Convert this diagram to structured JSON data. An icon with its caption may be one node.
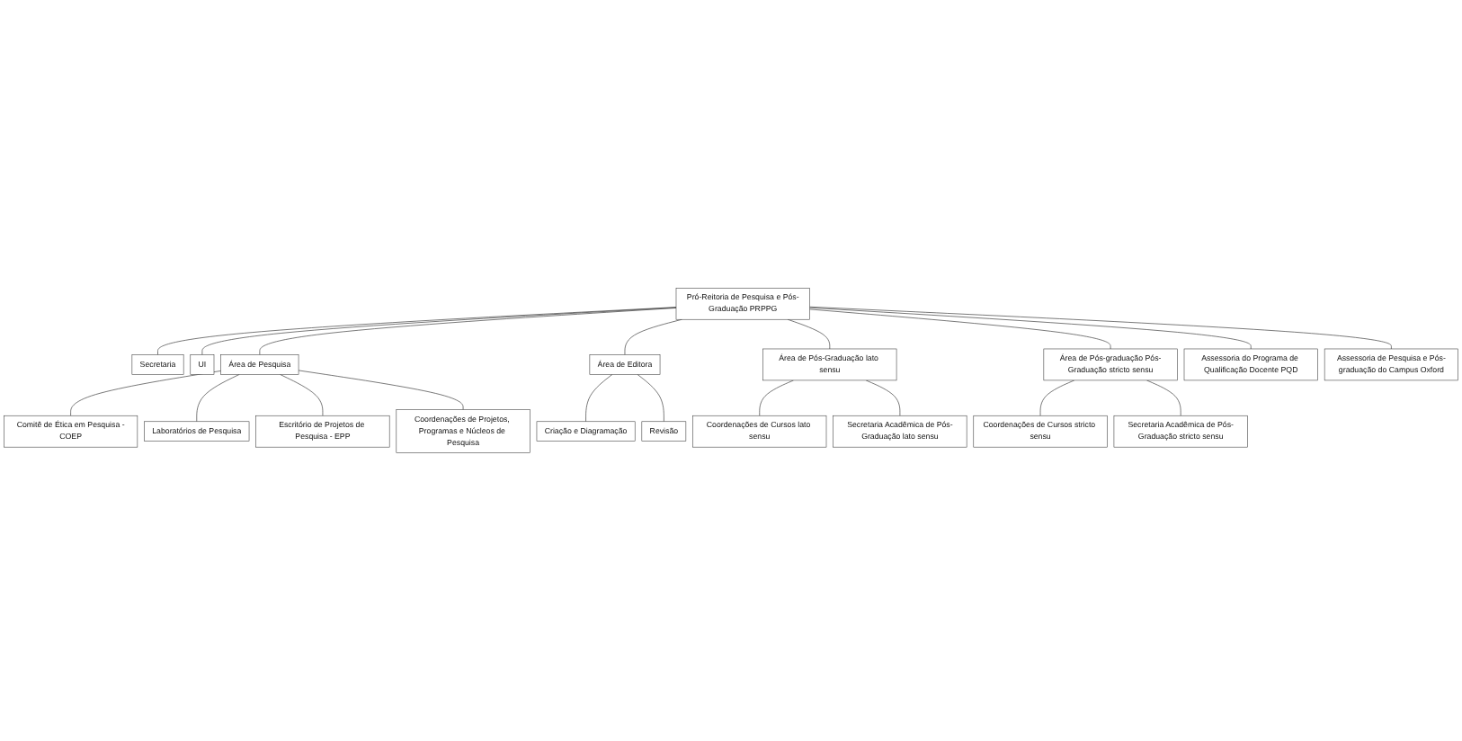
{
  "diagram": {
    "nodes": [
      {
        "text": [
          "Pró-Reitoria de Pesquisa e Pós-Graduação PRPPG"
        ]
      },
      {
        "text": [
          "Secretaria"
        ]
      },
      {
        "text": [
          "UI"
        ]
      },
      {
        "text": [
          "Assessoria do Programa de Qualificação Docente PQD"
        ]
      },
      {
        "text": [
          "Assessoria de Pesquisa e Pós-graduação do Campus Oxford"
        ]
      },
      {
        "text": [
          "Área de Pesquisa"
        ]
      },
      {
        "text": [
          "Área de Editora"
        ]
      },
      {
        "text": [
          "Área de Pós-Graduação lato sensu"
        ]
      },
      {
        "text": [
          "Área de Pós-graduação Pós-Graduação stricto sensu"
        ]
      },
      {
        "text": [
          "Comitê de Ética em Pesquisa -COEP"
        ]
      },
      {
        "text": [
          "Laboratórios de Pesquisa"
        ]
      },
      {
        "text": [
          "Escritório de Projetos de Pesquisa - EPP"
        ]
      },
      {
        "text": [
          "Coordenações de Projetos, Programas e Núcleos de Pesquisa"
        ]
      },
      {
        "text": [
          "Criação e Diagramação"
        ]
      },
      {
        "text": [
          "Revisão"
        ]
      },
      {
        "text": [
          "Coordenações de Cursos lato sensu"
        ]
      },
      {
        "text": [
          "Secretaria Acadêmica de Pós-Graduação lato sensu"
        ]
      },
      {
        "text": [
          "Coordenações de Cursos stricto sensu"
        ]
      },
      {
        "text": [
          "Secretaria Acadêmica de Pós-Graduação stricto sensu"
        ]
      }
    ],
    "edges": [
      {
        "from": 0,
        "to": 1,
        "arrow": "none"
      },
      {
        "from": 0,
        "to": 2,
        "arrow": "none"
      },
      {
        "from": 0,
        "to": 3,
        "arrow": "none"
      },
      {
        "from": 0,
        "to": 4,
        "arrow": "none"
      },
      {
        "from": 0,
        "to": 5,
        "arrow": "none"
      },
      {
        "from": 0,
        "to": 6,
        "arrow": "none"
      },
      {
        "from": 0,
        "to": 7,
        "arrow": "none"
      },
      {
        "from": 0,
        "to": 8,
        "arrow": "none"
      },
      {
        "from": 5,
        "to": 9,
        "arrow": "none"
      },
      {
        "from": 5,
        "to": 10,
        "arrow": "none"
      },
      {
        "from": 5,
        "to": 11,
        "arrow": "none"
      },
      {
        "from": 5,
        "to": 12,
        "arrow": "none"
      },
      {
        "from": 6,
        "to": 13,
        "arrow": "none"
      },
      {
        "from": 6,
        "to": 14,
        "arrow": "none"
      },
      {
        "from": 7,
        "to": 15,
        "arrow": "none"
      },
      {
        "from": 7,
        "to": 16,
        "arrow": "none"
      },
      {
        "from": 8,
        "to": 17,
        "arrow": "none"
      },
      {
        "from": 8,
        "to": 18,
        "arrow": "none"
      }
    ]
  }
}
